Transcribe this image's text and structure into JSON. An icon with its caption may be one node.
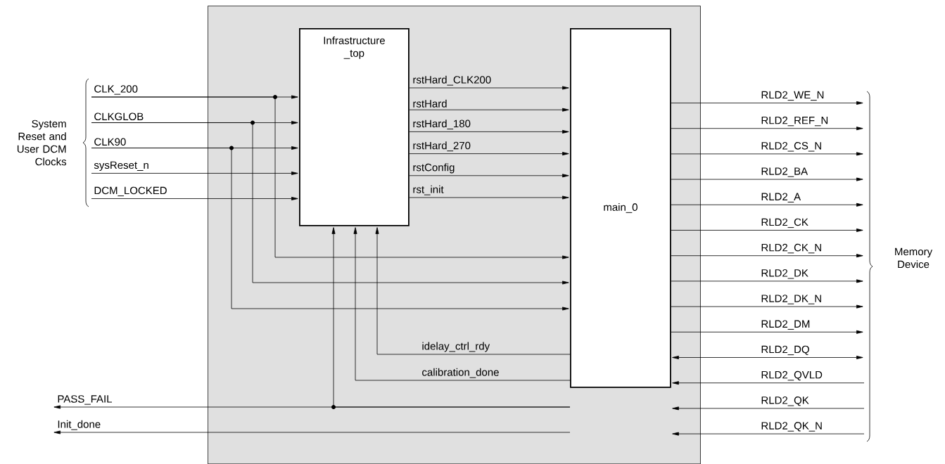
{
  "diagram": {
    "nodes": [
      {
        "text": [],
        "shape": "box"
      },
      {
        "text": [
          "Infrastructure _top"
        ],
        "in": 0
      },
      {
        "text": [
          "main_0"
        ],
        "in": 0
      }
    ],
    "edges": [
      {
        "from": null,
        "to": 1,
        "arrow": "to",
        "label": "CLK_200"
      },
      {
        "from": null,
        "to": 1,
        "arrow": "to",
        "label": "CLKGLOB"
      },
      {
        "from": null,
        "to": 1,
        "arrow": "to",
        "label": "CLK90"
      },
      {
        "from": null,
        "to": 1,
        "arrow": "to",
        "label": "sysReset_n"
      },
      {
        "from": null,
        "to": 1,
        "arrow": "to",
        "label": "DCM_LOCKED"
      },
      {
        "from": null,
        "to": 2,
        "arrow": "to"
      },
      {
        "from": null,
        "to": 2,
        "arrow": "to"
      },
      {
        "from": null,
        "to": 2,
        "arrow": "to"
      },
      {
        "from": 1,
        "to": 2,
        "arrow": "to",
        "label": "rstHard_CLK200"
      },
      {
        "from": 1,
        "to": 2,
        "arrow": "to",
        "label": "rstHard"
      },
      {
        "from": 1,
        "to": 2,
        "arrow": "to",
        "label": "rstHard_180"
      },
      {
        "from": 1,
        "to": 2,
        "arrow": "to",
        "label": "rstHard_270"
      },
      {
        "from": 1,
        "to": 2,
        "arrow": "to",
        "label": "rstConfig"
      },
      {
        "from": 1,
        "to": 2,
        "arrow": "to",
        "label": "rst_init"
      },
      {
        "from": 2,
        "to": 1,
        "arrow": "to",
        "label": "idelay_ctrl_rdy"
      },
      {
        "from": 2,
        "to": 1,
        "arrow": "to",
        "label": "calibration_done"
      },
      {
        "from": 2,
        "to": null,
        "arrow": "to",
        "label": "PASS_FAIL"
      },
      {
        "from": 2,
        "to": 1,
        "arrow": "to"
      },
      {
        "from": 2,
        "to": null,
        "arrow": "to",
        "label": "Init_done"
      },
      {
        "from": 2,
        "to": null,
        "arrow": "to",
        "label": "RLD2_WE_N"
      },
      {
        "from": 2,
        "to": null,
        "arrow": "to",
        "label": "RLD2_REF_N"
      },
      {
        "from": 2,
        "to": null,
        "arrow": "to",
        "label": "RLD2_CS_N"
      },
      {
        "from": 2,
        "to": null,
        "arrow": "to",
        "label": "RLD2_BA"
      },
      {
        "from": 2,
        "to": null,
        "arrow": "to",
        "label": "RLD2_A"
      },
      {
        "from": 2,
        "to": null,
        "arrow": "to",
        "label": "RLD2_CK"
      },
      {
        "from": 2,
        "to": null,
        "arrow": "to",
        "label": "RLD2_CK_N"
      },
      {
        "from": 2,
        "to": null,
        "arrow": "to",
        "label": "RLD2_DK"
      },
      {
        "from": 2,
        "to": null,
        "arrow": "to",
        "label": "RLD2_DK_N"
      },
      {
        "from": 2,
        "to": null,
        "arrow": "to",
        "label": "RLD2_DM"
      },
      {
        "from": 2,
        "to": null,
        "arrow": "both",
        "label": "RLD2_DQ"
      },
      {
        "from": null,
        "to": 2,
        "arrow": "to",
        "label": "RLD2_QVLD"
      },
      {
        "from": null,
        "to": 2,
        "arrow": "to",
        "label": "RLD2_QK"
      },
      {
        "from": null,
        "to": 2,
        "arrow": "to",
        "label": "RLD2_QK_N"
      }
    ],
    "labels": [
      "System Reset and User DCM Clocks",
      "Memory Device"
    ]
  }
}
